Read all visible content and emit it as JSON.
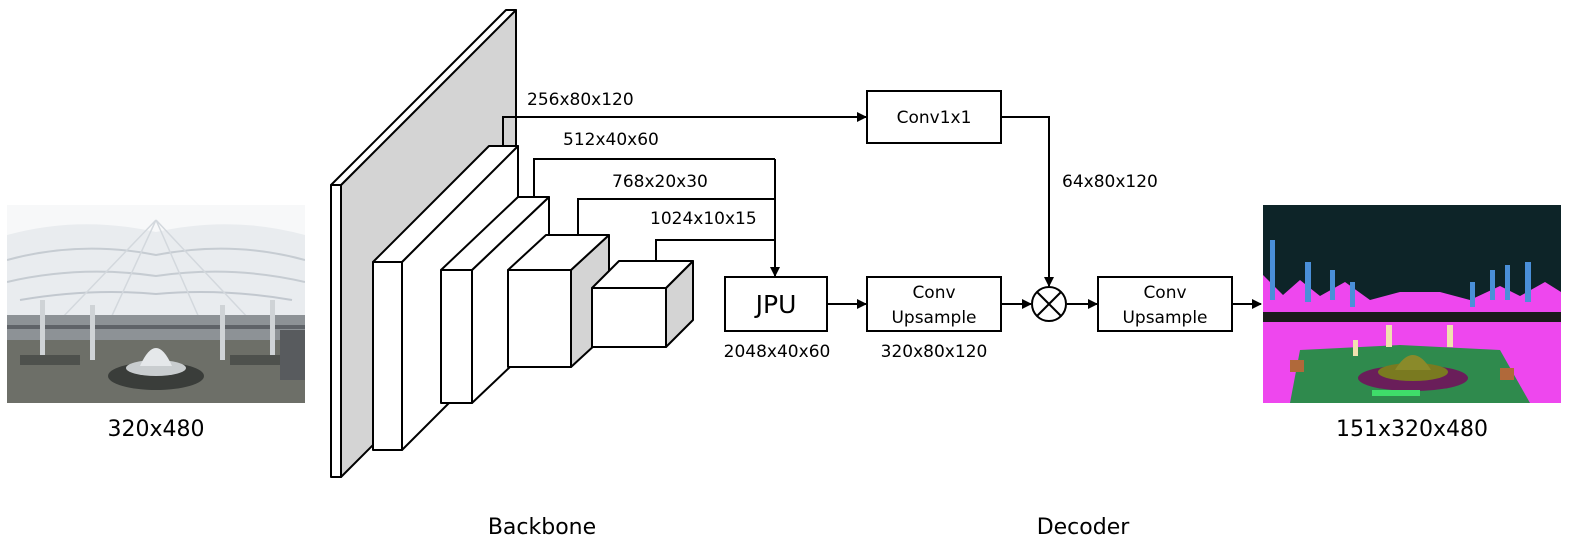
{
  "input": {
    "label": "320x480"
  },
  "output": {
    "label": "151x320x480"
  },
  "sections": {
    "backbone": "Backbone",
    "decoder": "Decoder"
  },
  "features": {
    "f1": "256x80x120",
    "f2": "512x40x60",
    "f3": "768x20x30",
    "f4": "1024x10x15"
  },
  "blocks": {
    "conv1x1": "Conv1x1",
    "jpu": "JPU",
    "conv_up1": {
      "line1": "Conv",
      "line2": "Upsample"
    },
    "conv_up2": {
      "line1": "Conv",
      "line2": "Upsample"
    }
  },
  "shapes": {
    "conv1x1_out": "64x80x120",
    "jpu_out": "2048x40x60",
    "conv_up1_out": "320x80x120"
  },
  "operators": {
    "fusion": "multiply"
  },
  "colors": {
    "photo_ceiling": "#e7ebee",
    "photo_floor": "#6d6f68",
    "seg_sky": "#0d2428",
    "seg_magenta": "#ee47ee",
    "seg_green": "#2f8a4d",
    "seg_blue": "#4a8fd8",
    "cube_side": "#d4d4d4"
  }
}
